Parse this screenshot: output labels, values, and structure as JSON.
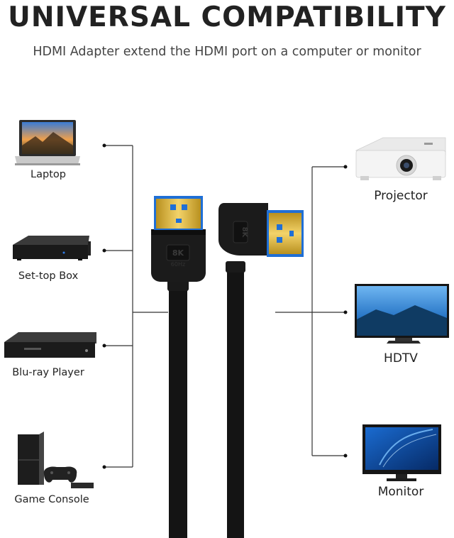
{
  "header": {
    "title": "UNIVERSAL COMPATIBILITY",
    "subtitle": "HDMI Adapter extend the HDMI port on a computer or monitor"
  },
  "left_devices": [
    {
      "label": "Laptop",
      "icon": "laptop-icon"
    },
    {
      "label": "Set-top Box",
      "icon": "set-top-box-icon"
    },
    {
      "label": "Blu-ray Player",
      "icon": "blu-ray-player-icon"
    },
    {
      "label": "Game Console",
      "icon": "game-console-icon"
    }
  ],
  "right_devices": [
    {
      "label": "Projector",
      "icon": "projector-icon"
    },
    {
      "label": "HDTV",
      "icon": "hdtv-icon"
    },
    {
      "label": "Monitor",
      "icon": "monitor-icon"
    }
  ],
  "cable": {
    "connector_badge": "8K",
    "connector_sub": "60Hz",
    "colors": {
      "body": "#151515",
      "gold": "#d9b33a",
      "blue": "#1f6fd6"
    }
  }
}
